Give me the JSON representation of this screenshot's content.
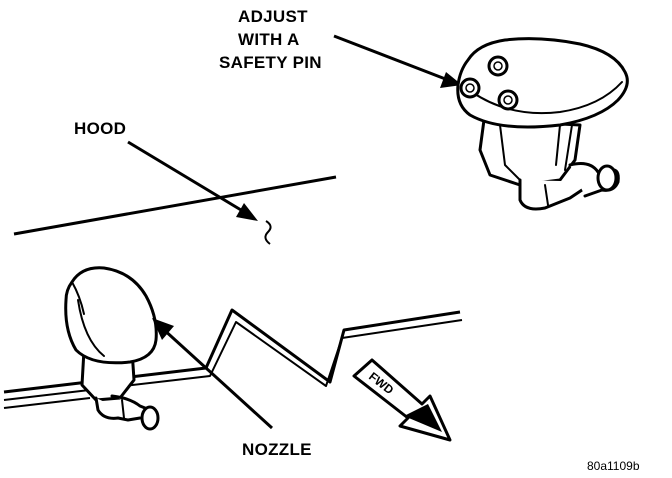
{
  "labels": {
    "adjust_line1": "ADJUST",
    "adjust_line2": "WITH A",
    "adjust_line3": "SAFETY PIN",
    "hood": "HOOD",
    "nozzle": "NOZZLE",
    "fwd": "FWD"
  },
  "figure_id": "80a1109b",
  "colors": {
    "ink": "#000000",
    "paper": "#ffffff"
  }
}
